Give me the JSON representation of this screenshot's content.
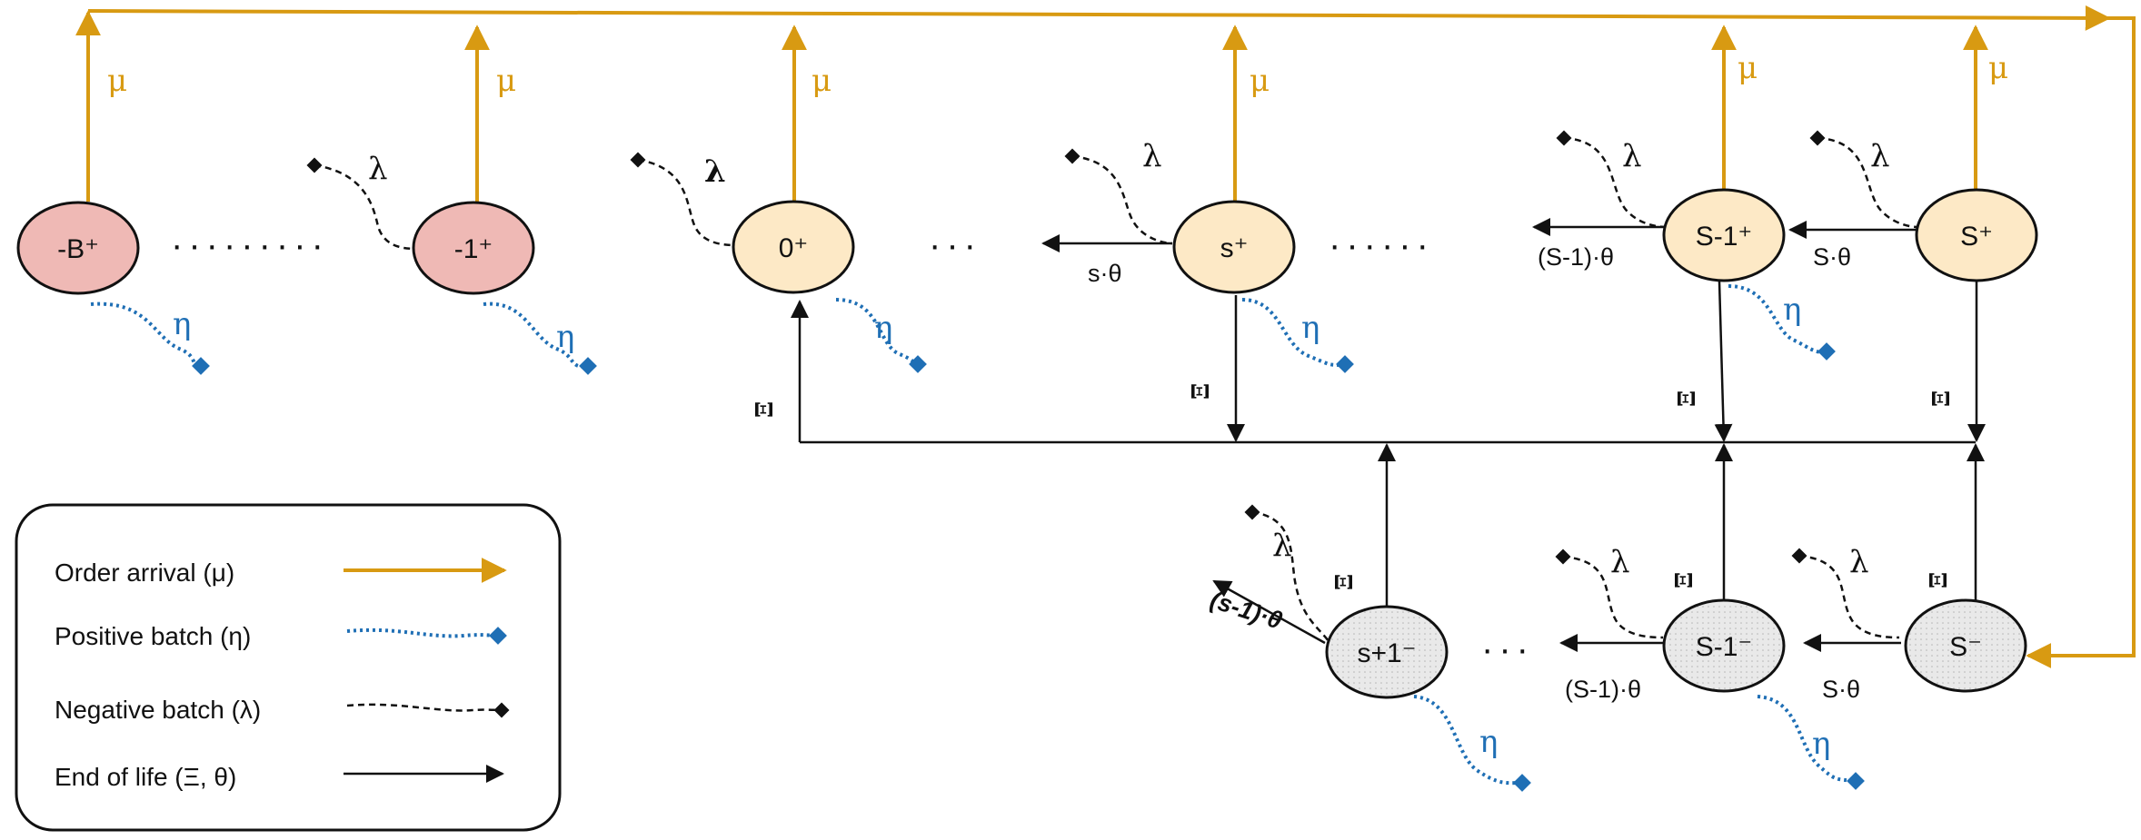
{
  "nodes": {
    "neg_B_plus": "-B⁺",
    "neg1_plus": "-1⁺",
    "zero_plus": "0⁺",
    "s_plus": "s⁺",
    "S1_plus": "S-1⁺",
    "S_plus": "S⁺",
    "s1_minus": "s+1⁻",
    "S1_minus": "S-1⁻",
    "S_minus": "S⁻"
  },
  "rates": {
    "mu": "μ",
    "eta": "η",
    "lambda": "λ",
    "xi": "Ξ"
  },
  "transitions": {
    "s_theta": "s·θ",
    "S1_theta": "(S-1)·θ",
    "S_theta": "S·θ",
    "s1_theta": "(s-1)·θ",
    "S1_theta_bottom": "(S-1)·θ",
    "S_theta_bottom": "S·θ"
  },
  "ellipsis": {
    "long": "·········",
    "short": "···",
    "medium": "······"
  },
  "legend": {
    "order_arrival": "Order arrival (μ)",
    "positive_batch": "Positive batch (η)",
    "negative_batch": "Negative batch (λ)",
    "end_of_life": "End of life (Ξ, θ)"
  },
  "colors": {
    "mu": "#d89a12",
    "eta": "#1f6fb5",
    "negative_node": "#efb9b5",
    "positive_node": "#fde9c6",
    "minus_node": "#e6e6e6"
  }
}
